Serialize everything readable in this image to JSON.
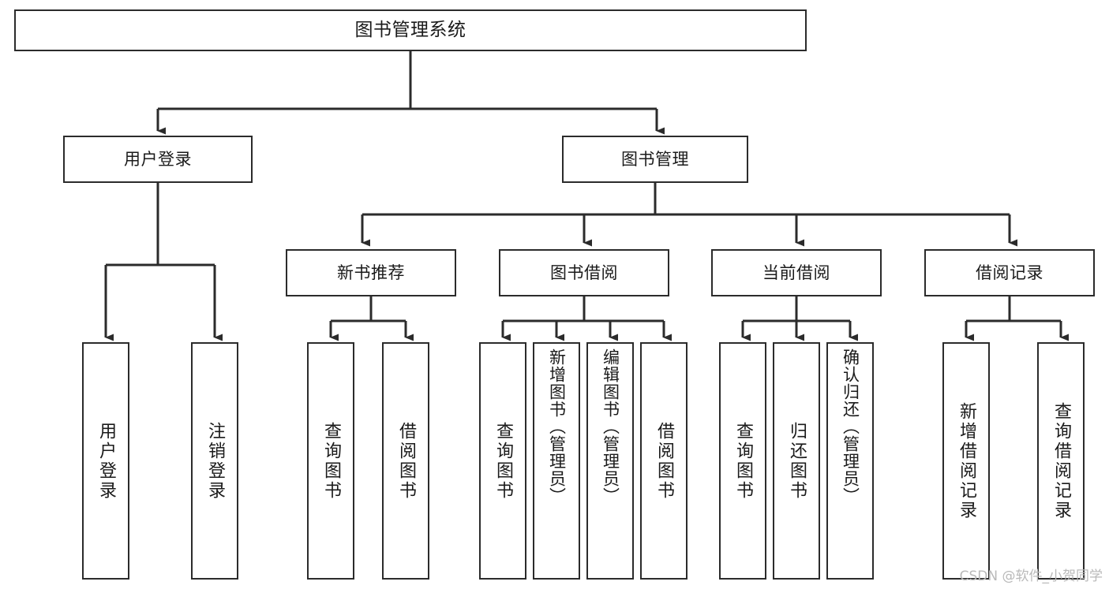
{
  "diagram": {
    "type": "tree",
    "title": "图书管理系统",
    "watermark": "CSDN @软件_小贺同学",
    "root": {
      "id": "root",
      "label": "图书管理系统"
    },
    "level2": [
      {
        "id": "user-login",
        "label": "用户登录"
      },
      {
        "id": "book-manage",
        "label": "图书管理"
      }
    ],
    "level3": [
      {
        "id": "new-book-rec",
        "label": "新书推荐"
      },
      {
        "id": "book-borrow",
        "label": "图书借阅"
      },
      {
        "id": "current-borrow",
        "label": "当前借阅"
      },
      {
        "id": "borrow-record",
        "label": "借阅记录"
      }
    ],
    "leaves": [
      {
        "id": "leaf-user-login",
        "label": "用户登录",
        "parent": "user-login"
      },
      {
        "id": "leaf-logout",
        "label": "注销登录",
        "parent": "user-login"
      },
      {
        "id": "leaf-query-book-1",
        "label": "查询图书",
        "parent": "new-book-rec"
      },
      {
        "id": "leaf-borrow-book-1",
        "label": "借阅图书",
        "parent": "new-book-rec"
      },
      {
        "id": "leaf-query-book-2",
        "label": "查询图书",
        "parent": "book-borrow"
      },
      {
        "id": "leaf-add-book",
        "label": "新增图书（管理员）",
        "parent": "book-borrow"
      },
      {
        "id": "leaf-edit-book",
        "label": "编辑图书（管理员）",
        "parent": "book-borrow"
      },
      {
        "id": "leaf-borrow-book-2",
        "label": "借阅图书",
        "parent": "book-borrow"
      },
      {
        "id": "leaf-query-book-3",
        "label": "查询图书",
        "parent": "current-borrow"
      },
      {
        "id": "leaf-return-book",
        "label": "归还图书",
        "parent": "current-borrow"
      },
      {
        "id": "leaf-confirm-return",
        "label": "确认归还（管理员）",
        "parent": "current-borrow"
      },
      {
        "id": "leaf-add-record",
        "label": "新增借阅记录",
        "parent": "borrow-record"
      },
      {
        "id": "leaf-query-record",
        "label": "查询借阅记录",
        "parent": "borrow-record"
      }
    ],
    "colors": {
      "stroke": "#2b2b2b",
      "fill": "#ffffff",
      "text": "#1a1a1a",
      "watermark": "#b9b9b9"
    }
  }
}
